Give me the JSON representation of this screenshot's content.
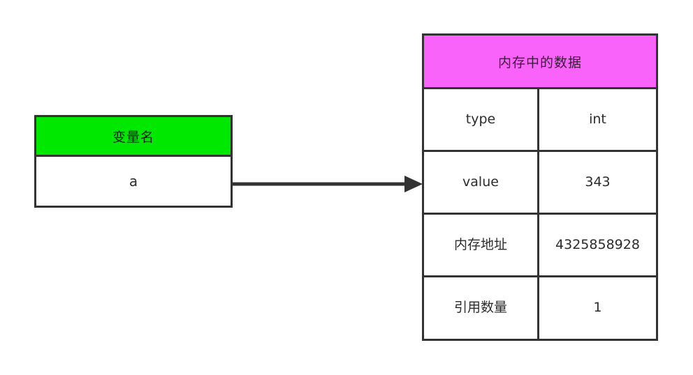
{
  "diagram": {
    "variable_box": {
      "header_label": "变量名",
      "value": "a",
      "header_color": "#00e800"
    },
    "memory_box": {
      "header_label": "内存中的数据",
      "header_color": "#fa63fa",
      "rows": [
        {
          "key": "type",
          "value": "int"
        },
        {
          "key": "value",
          "value": "343"
        },
        {
          "key": "内存地址",
          "value": "4325858928"
        },
        {
          "key": "引用数量",
          "value": "1"
        }
      ]
    },
    "connector": {
      "name": "points-to-arrow",
      "color": "#333333"
    },
    "colors": {
      "border": "#333333",
      "background": "#ffffff",
      "text": "#2b2b2b"
    }
  }
}
